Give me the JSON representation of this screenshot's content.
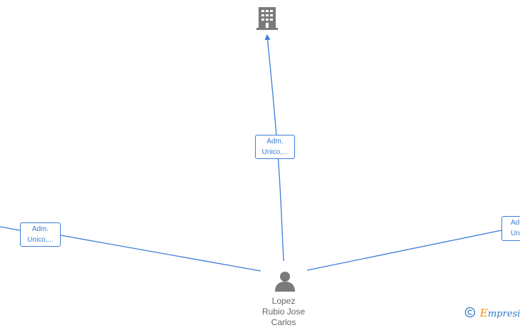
{
  "graph": {
    "relation_labels": [
      {
        "line1": "Adm.",
        "line2": "Unico,..."
      },
      {
        "line1": "Adm.",
        "line2": "Unico,..."
      },
      {
        "line1": "Adm.",
        "line2": "Unico,..."
      }
    ],
    "person": {
      "line1": "Lopez",
      "line2": "Rubio Jose",
      "line3": "Carlos"
    },
    "company_icon": "building-icon",
    "person_icon": "person-icon",
    "edge_color": "#3b7dd8"
  },
  "brand": {
    "symbol": "©",
    "first_letter": "E",
    "name_rest": "mpresia",
    "icon": "copyright-icon"
  }
}
